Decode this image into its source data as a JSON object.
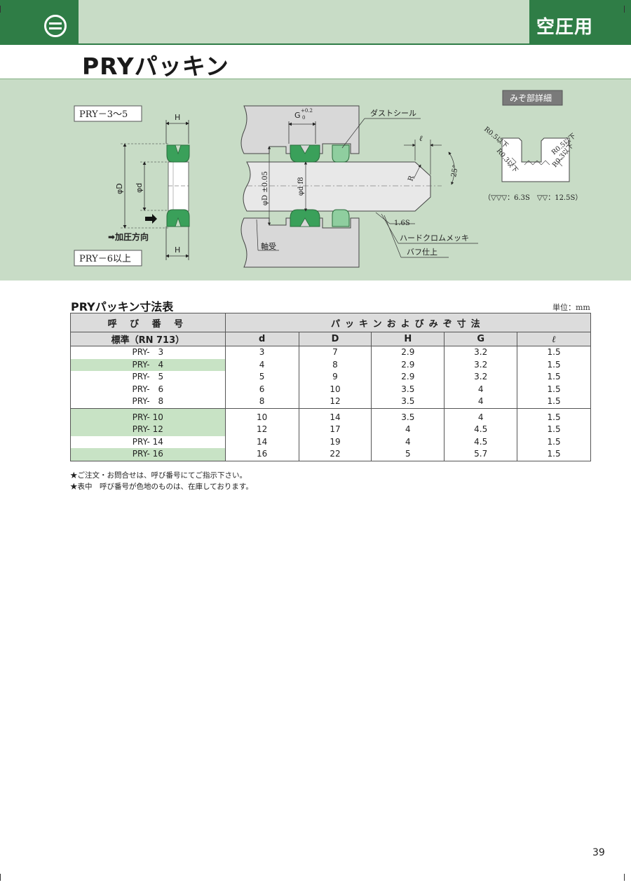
{
  "header": {
    "category": "空圧用",
    "logo_icon": "circle-double-bar-icon",
    "brand_color": "#2f7d46"
  },
  "title": "PRYパッキン",
  "figure": {
    "label_small": "PRY－3〜5",
    "label_large": "PRY－6以上",
    "pressure_direction": "➡加圧方向",
    "dim_H": "H",
    "dim_phiD": "φD",
    "dim_phid": "φd",
    "groove_G": "G",
    "groove_tol_plus": "+0.2",
    "groove_tol_zero": "0",
    "dust_seal": "ダストシール",
    "ell": "ℓ",
    "R": "R",
    "angle": "25°",
    "phiD_tol": "φD ±0.05",
    "phid_f8": "φd f8",
    "finish_1_6S": "1.6S",
    "hard_chrome": "ハードクロムメッキ",
    "buff": "バフ仕上",
    "bearing": "軸受",
    "groove_detail_title": "みぞ部詳細",
    "r05_left": "R0.5以下",
    "r05_right": "R0.5以下",
    "r03_left": "R0.3以下",
    "r03_right": "R0.3以下",
    "surface_legend": "（▽▽▽：6.3S　▽▽：12.5S）"
  },
  "table": {
    "title": "PRYパッキン寸法表",
    "unit": "単位：mm",
    "header_name": "呼 び 番 号",
    "header_dims": "パッキンおよびみぞ寸法",
    "header_std": "標準（RN 713）",
    "columns": [
      "d",
      "D",
      "H",
      "G",
      "ℓ"
    ],
    "rows": [
      {
        "name": "PRY-　3",
        "d": "3",
        "D": "7",
        "H": "2.9",
        "G": "3.2",
        "l": "1.5",
        "stock": false
      },
      {
        "name": "PRY-　4",
        "d": "4",
        "D": "8",
        "H": "2.9",
        "G": "3.2",
        "l": "1.5",
        "stock": true
      },
      {
        "name": "PRY-　5",
        "d": "5",
        "D": "9",
        "H": "2.9",
        "G": "3.2",
        "l": "1.5",
        "stock": false
      },
      {
        "name": "PRY-　6",
        "d": "6",
        "D": "10",
        "H": "3.5",
        "G": "4",
        "l": "1.5",
        "stock": false
      },
      {
        "name": "PRY-　8",
        "d": "8",
        "D": "12",
        "H": "3.5",
        "G": "4",
        "l": "1.5",
        "stock": false
      },
      {
        "name": "PRY- 10",
        "d": "10",
        "D": "14",
        "H": "3.5",
        "G": "4",
        "l": "1.5",
        "stock": true
      },
      {
        "name": "PRY- 12",
        "d": "12",
        "D": "17",
        "H": "4",
        "G": "4.5",
        "l": "1.5",
        "stock": true
      },
      {
        "name": "PRY- 14",
        "d": "14",
        "D": "19",
        "H": "4",
        "G": "4.5",
        "l": "1.5",
        "stock": false
      },
      {
        "name": "PRY- 16",
        "d": "16",
        "D": "22",
        "H": "5",
        "G": "5.7",
        "l": "1.5",
        "stock": true
      }
    ],
    "stock_color": "#c8e3c5"
  },
  "notes": [
    "★ご注文・お問合せは、呼び番号にてご指示下さい。",
    "★表中　呼び番号が色地のものは、在庫しております。"
  ],
  "page_number": "39"
}
